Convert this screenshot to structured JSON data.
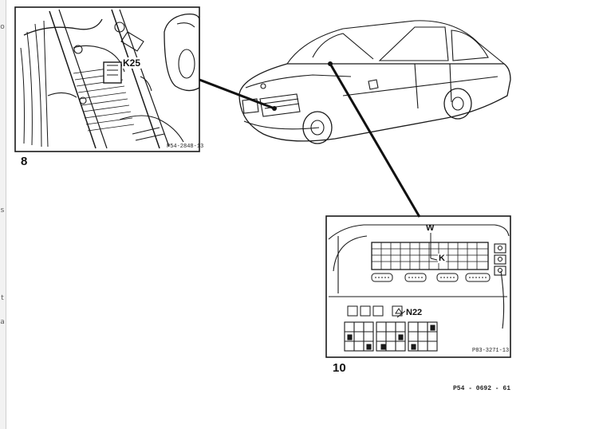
{
  "figure_8": {
    "number": "8",
    "callout": "K25",
    "code": "P54-2848-13"
  },
  "figure_10": {
    "number": "10",
    "callouts": {
      "w": "W",
      "k": "K",
      "n22": "N22"
    },
    "code": "P83-3271-13"
  },
  "figure_code": "P54 - 0692 - 61",
  "colors": {
    "line": "#1a1a1a",
    "paper": "#ffffff",
    "strip": "#f2f2f2"
  },
  "left_strip": {
    "glyphs": [
      "o",
      "s",
      "t",
      "a"
    ]
  }
}
